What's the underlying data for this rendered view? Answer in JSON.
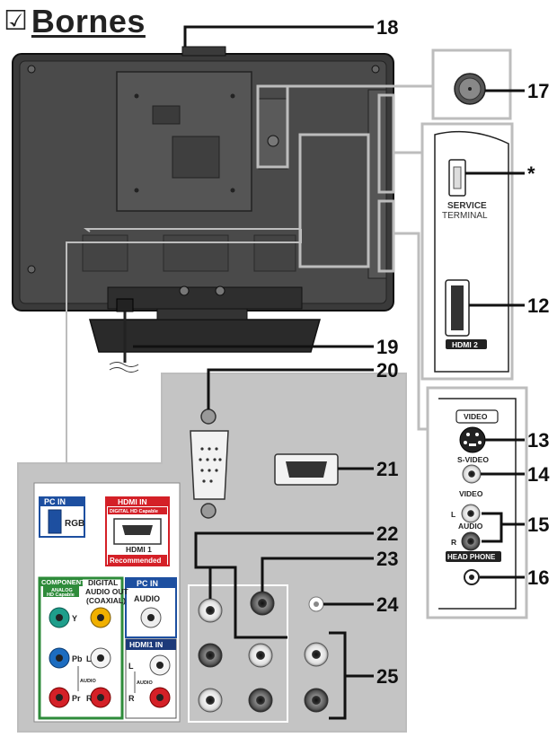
{
  "heading": {
    "checkbox_glyph": "☑",
    "title": "Bornes"
  },
  "callouts": {
    "c18": "18",
    "c17": "17",
    "cstar": "*",
    "c12": "12",
    "c19": "19",
    "c20": "20",
    "c21": "21",
    "c13": "13",
    "c14": "14",
    "c15": "15",
    "c22": "22",
    "c23": "23",
    "c16": "16",
    "c24": "24",
    "c25": "25"
  },
  "side_panel": {
    "service_top": "SERVICE",
    "service_bottom": "TERMINAL",
    "hdmi2": "HDMI 2",
    "video_box": "VIDEO",
    "svideo": "S-VIDEO",
    "video": "VIDEO",
    "audio_l": "L",
    "audio": "AUDIO",
    "audio_r": "R",
    "headphone": "HEAD PHONE"
  },
  "legend": {
    "pc_in_1": "PC IN",
    "rgb": "RGB",
    "hdmi_in": "HDMI IN",
    "digital_hd": "DIGITAL HD Capable",
    "hdmi1": "HDMI 1",
    "recommended": "Recommended",
    "component": "COMPONENT",
    "analog_hd_1": "ANALOG",
    "analog_hd_2": "HD Capable",
    "digital_1": "DIGITAL",
    "digital_2": "AUDIO OUT",
    "digital_3": "(COAXIAL)",
    "pc_in_2": "PC IN",
    "audio": "AUDIO",
    "y": "Y",
    "pb": "Pb",
    "pr": "Pr",
    "l1": "L",
    "r1": "R",
    "audio1": "AUDIO",
    "hdmi1_in": "HDMI1 IN",
    "l2": "L",
    "r2": "R",
    "audio2": "AUDIO"
  }
}
